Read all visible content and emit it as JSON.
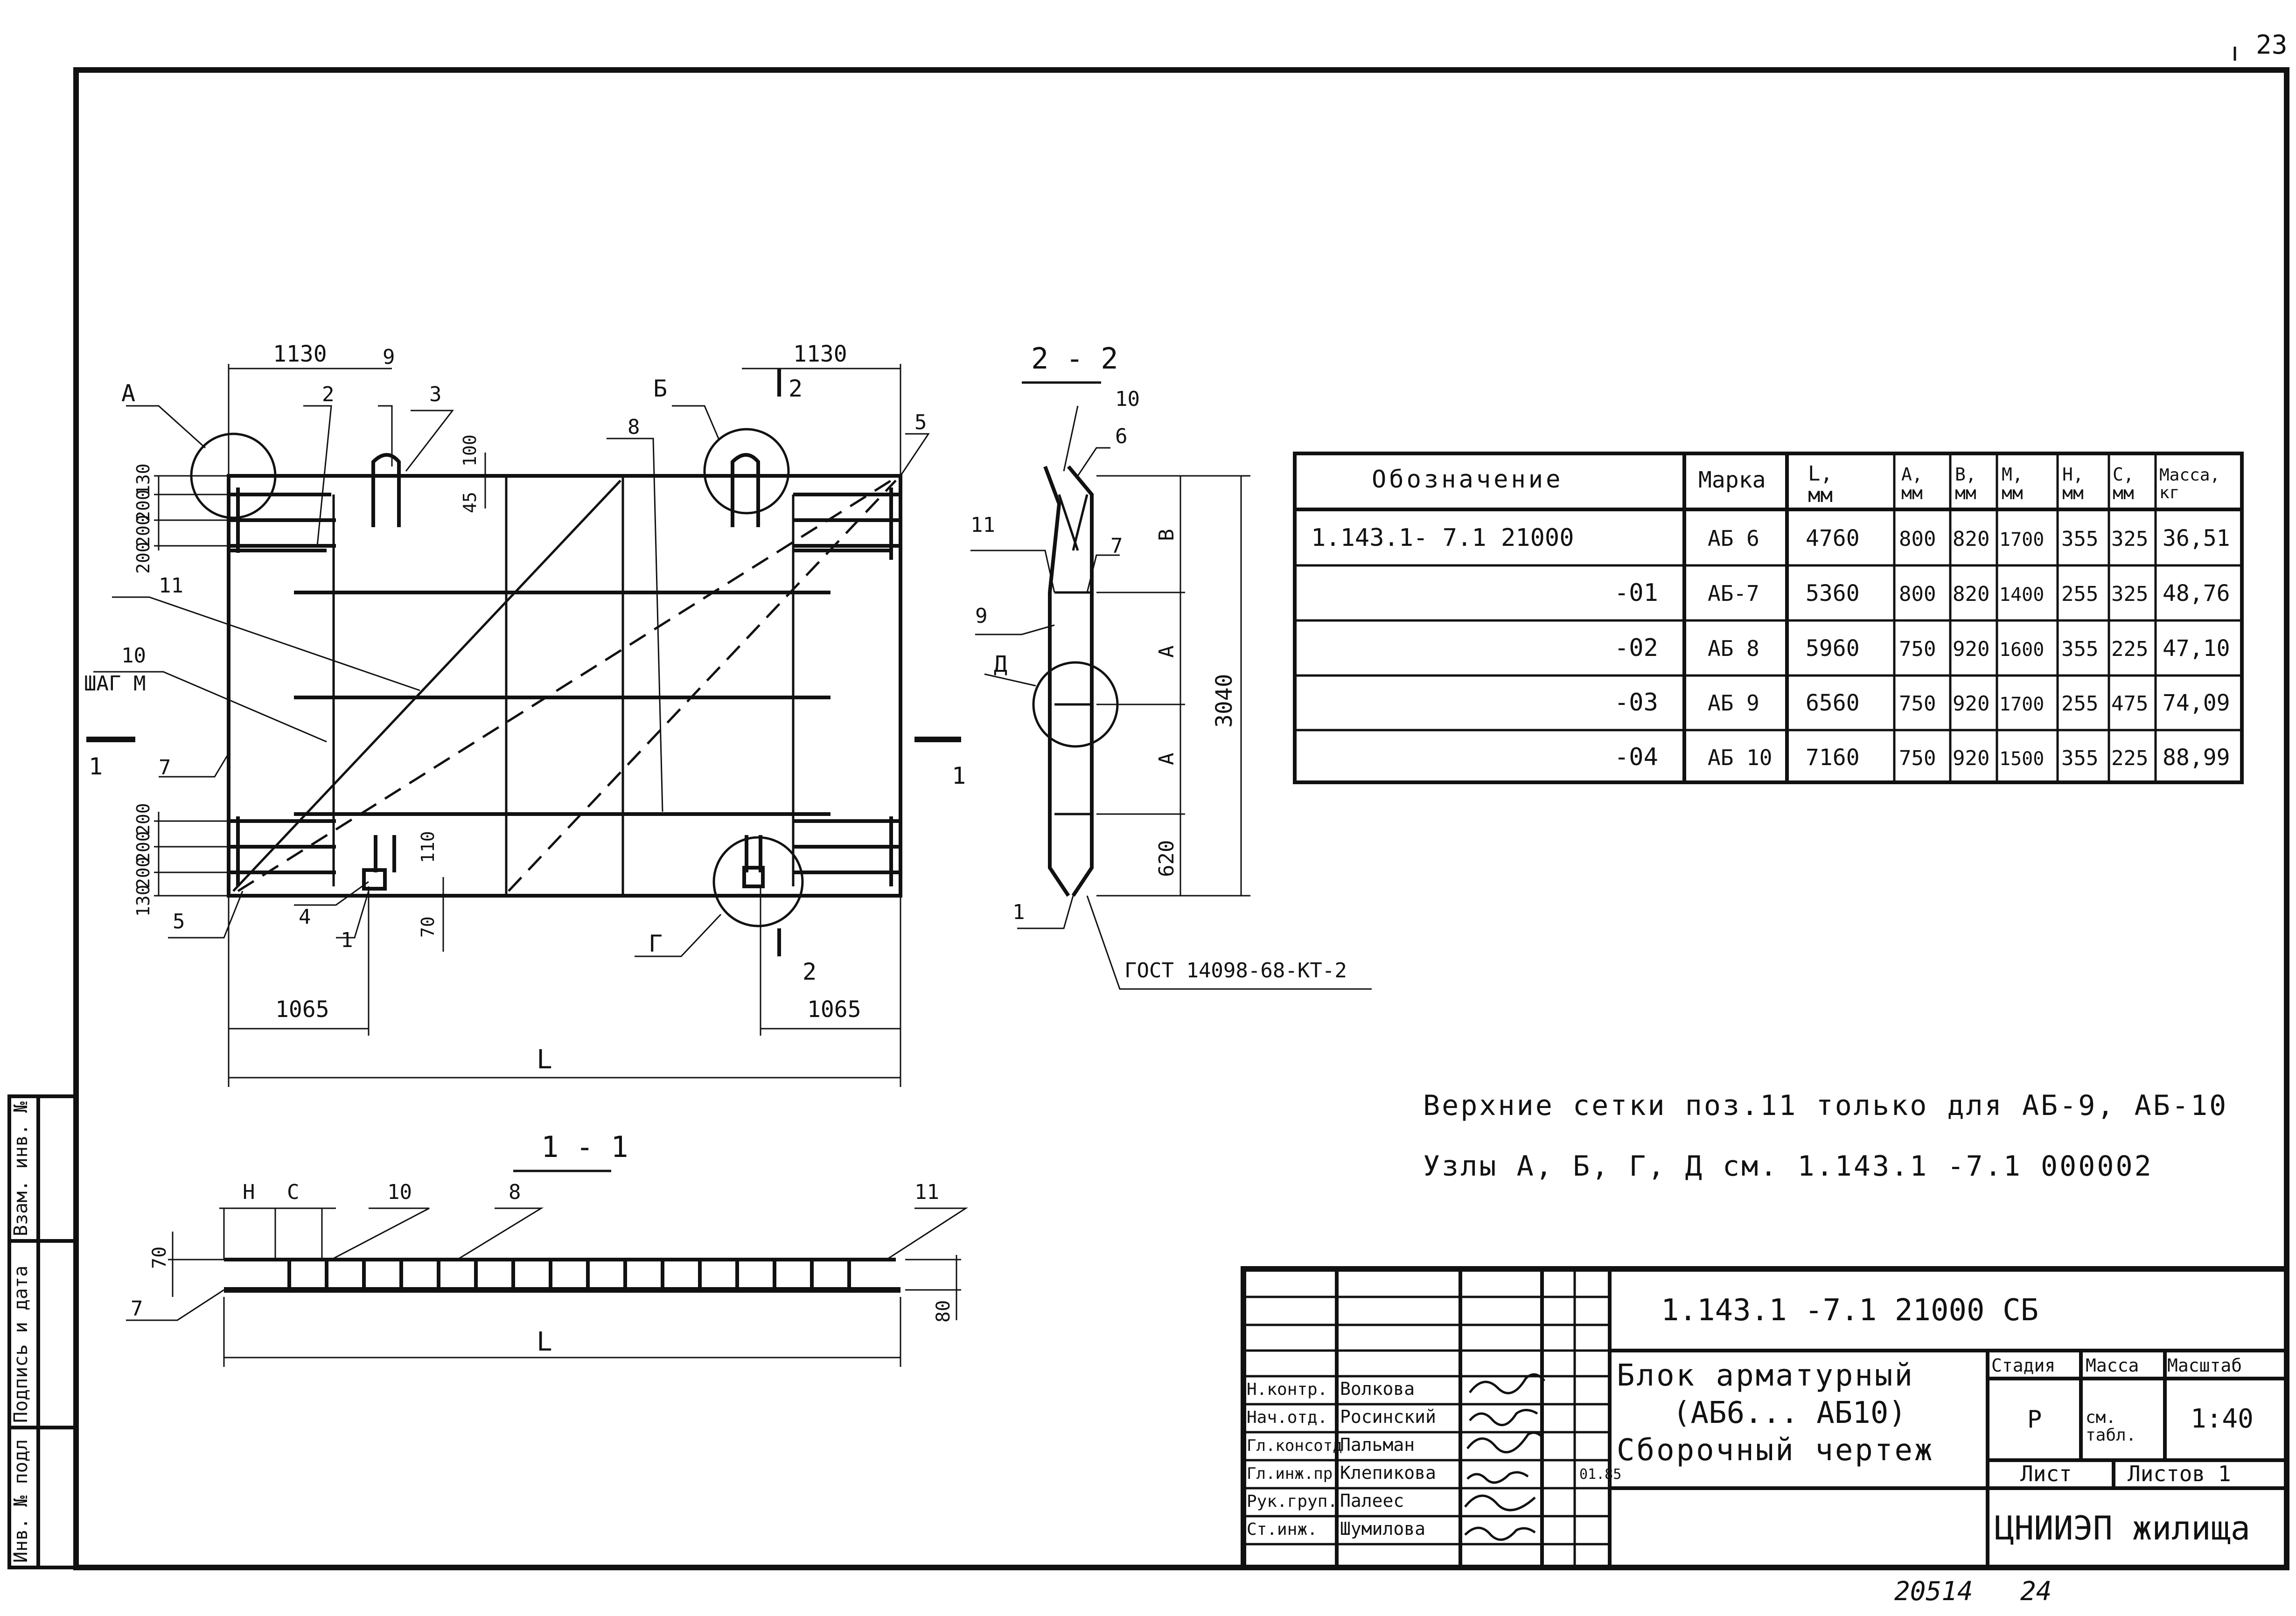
{
  "sheet": {
    "corner_number": "23",
    "handwritten_number": "20514",
    "handwritten_number2": "24"
  },
  "side_stamp": {
    "col1": "Инв. № подл",
    "col2": "Подпись и дата",
    "col3": "Взам. инв. №"
  },
  "plan": {
    "dim_top_left": "1130",
    "dim_top_right": "1130",
    "dim_bottom_left": "1065",
    "dim_bottom_right": "1065",
    "dim_total": "L",
    "dims_left_top": [
      "130",
      "200",
      "200",
      "200"
    ],
    "dims_left_bottom": [
      "200",
      "200",
      "200",
      "130"
    ],
    "dim_loop_100": "100",
    "dim_loop_45": "45",
    "dim_110": "110",
    "dim_70": "70",
    "label_shag": "ШАГ М",
    "node_a": "А",
    "node_b": "Б",
    "node_g": "Г",
    "section_1": "1",
    "section_2": "2",
    "positions": [
      "1",
      "2",
      "3",
      "4",
      "5",
      "7",
      "8",
      "9",
      "10",
      "11"
    ]
  },
  "section22": {
    "title": "2 - 2",
    "dim_total": "3040",
    "dim_b": "В",
    "dim_a": "А",
    "dim_620": "620",
    "node_d": "Д",
    "gost": "ГОСТ 14098-68-КТ-2",
    "positions": [
      "1",
      "6",
      "7",
      "9",
      "10",
      "11"
    ]
  },
  "section11": {
    "title": "1 - 1",
    "h": "Н",
    "c": "С",
    "dim_70": "70",
    "dim_80": "80",
    "dim_l": "L",
    "positions": [
      "7",
      "8",
      "10",
      "11"
    ]
  },
  "table": {
    "headers": [
      "Обозначение",
      "Марка",
      "L,\nмм",
      "А,\nмм",
      "В,\nмм",
      "М,\nмм",
      "Н,\nмм",
      "С,\nмм",
      "Масса,\nкг"
    ],
    "rows": [
      [
        "1.143.1- 7.1 21000",
        "АБ 6",
        "4760",
        "800",
        "820",
        "1700",
        "355",
        "325",
        "36,51"
      ],
      [
        "-01",
        "АБ-7",
        "5360",
        "800",
        "820",
        "1400",
        "255",
        "325",
        "48,76"
      ],
      [
        "-02",
        "АБ 8",
        "5960",
        "750",
        "920",
        "1600",
        "355",
        "225",
        "47,10"
      ],
      [
        "-03",
        "АБ 9",
        "6560",
        "750",
        "920",
        "1700",
        "255",
        "475",
        "74,09"
      ],
      [
        "-04",
        "АБ 10",
        "7160",
        "750",
        "920",
        "1500",
        "355",
        "225",
        "88,99"
      ]
    ]
  },
  "notes": [
    "Верхние сетки поз.11 только для АБ-9, АБ-10",
    "Узлы А, Б, Г, Д см. 1.143.1 -7.1 000002"
  ],
  "title_block": {
    "code": "1.143.1 -7.1 21000 СБ",
    "name": [
      "Блок арматурный",
      "(АБ6... АБ10)",
      "Сборочный чертеж"
    ],
    "stage_head": "Стадия",
    "mass_head": "Масса",
    "scale_head": "Масштаб",
    "stage": "Р",
    "mass": "см. табл.",
    "scale": "1:40",
    "sheet": "Лист",
    "sheets": "Листов 1",
    "org": "ЦНИИЭП жилища",
    "date": "01.85",
    "people": [
      [
        "Н.контр.",
        "Волкова"
      ],
      [
        "Нач.отд.",
        "Росинский"
      ],
      [
        "Гл.консотд",
        "Пальман"
      ],
      [
        "Гл.инж.пр.",
        "Клепикова"
      ],
      [
        "Рук.груп.",
        "Палеес"
      ],
      [
        "Ст.инж.",
        "Шумилова"
      ]
    ]
  }
}
